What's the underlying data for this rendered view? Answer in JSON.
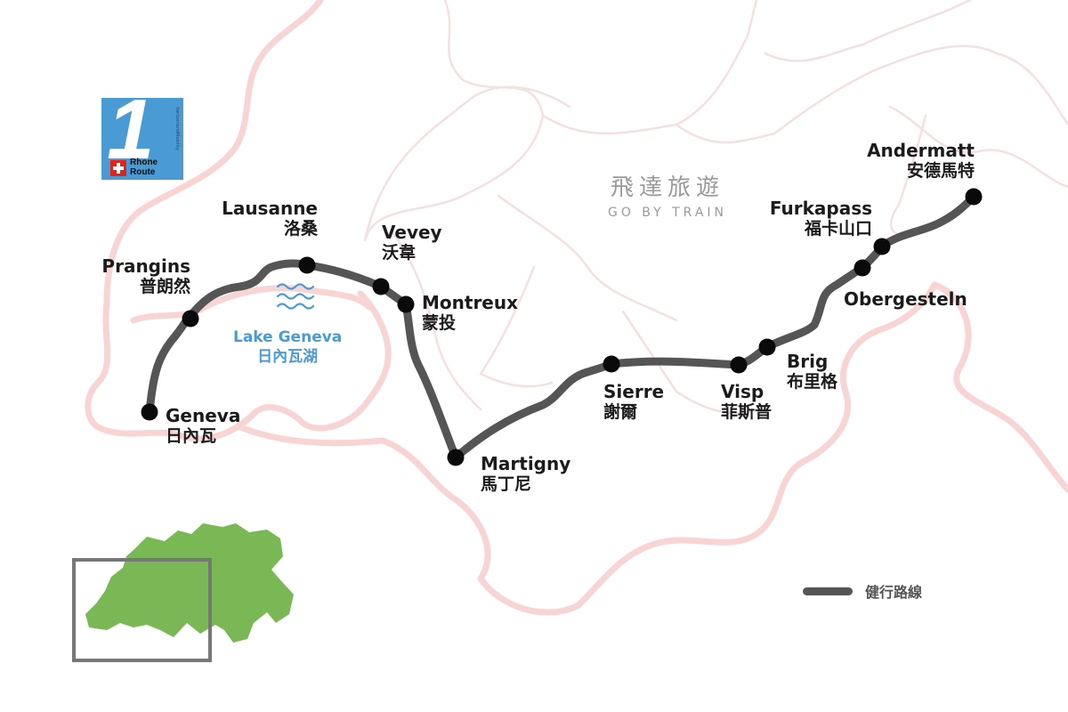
{
  "brand": {
    "zh": "飛達旅遊",
    "en": "GO BY TRAIN"
  },
  "badge": {
    "number": "1",
    "line1": "Rhone",
    "line2": "Route",
    "small": "SwitzerlandMobility"
  },
  "lake": {
    "en": "Lake Geneva",
    "zh": "日內瓦湖"
  },
  "legend": {
    "label": "健行路線"
  },
  "colors": {
    "route": "#555555",
    "border": "#f8d4d4",
    "inner_border": "#f3e1e1",
    "lake_text": "#4a9ad4",
    "switzerland": "#7ab856",
    "badge": "#4a9ad4"
  },
  "stations": [
    {
      "id": "geneva",
      "en": "Geneva",
      "zh": "日內瓦"
    },
    {
      "id": "prangins",
      "en": "Prangins",
      "zh": "普朗然"
    },
    {
      "id": "lausanne",
      "en": "Lausanne",
      "zh": "洛桑"
    },
    {
      "id": "vevey",
      "en": "Vevey",
      "zh": "沃韋"
    },
    {
      "id": "montreux",
      "en": "Montreux",
      "zh": "蒙投"
    },
    {
      "id": "martigny",
      "en": "Martigny",
      "zh": "馬丁尼"
    },
    {
      "id": "sierre",
      "en": "Sierre",
      "zh": "謝爾"
    },
    {
      "id": "visp",
      "en": "Visp",
      "zh": "菲斯普"
    },
    {
      "id": "brig",
      "en": "Brig",
      "zh": "布里格"
    },
    {
      "id": "obergesteln",
      "en": "Obergesteln",
      "zh": ""
    },
    {
      "id": "furkapass",
      "en": "Furkapass",
      "zh": "福卡山口"
    },
    {
      "id": "andermatt",
      "en": "Andermatt",
      "zh": "安德馬特"
    }
  ]
}
